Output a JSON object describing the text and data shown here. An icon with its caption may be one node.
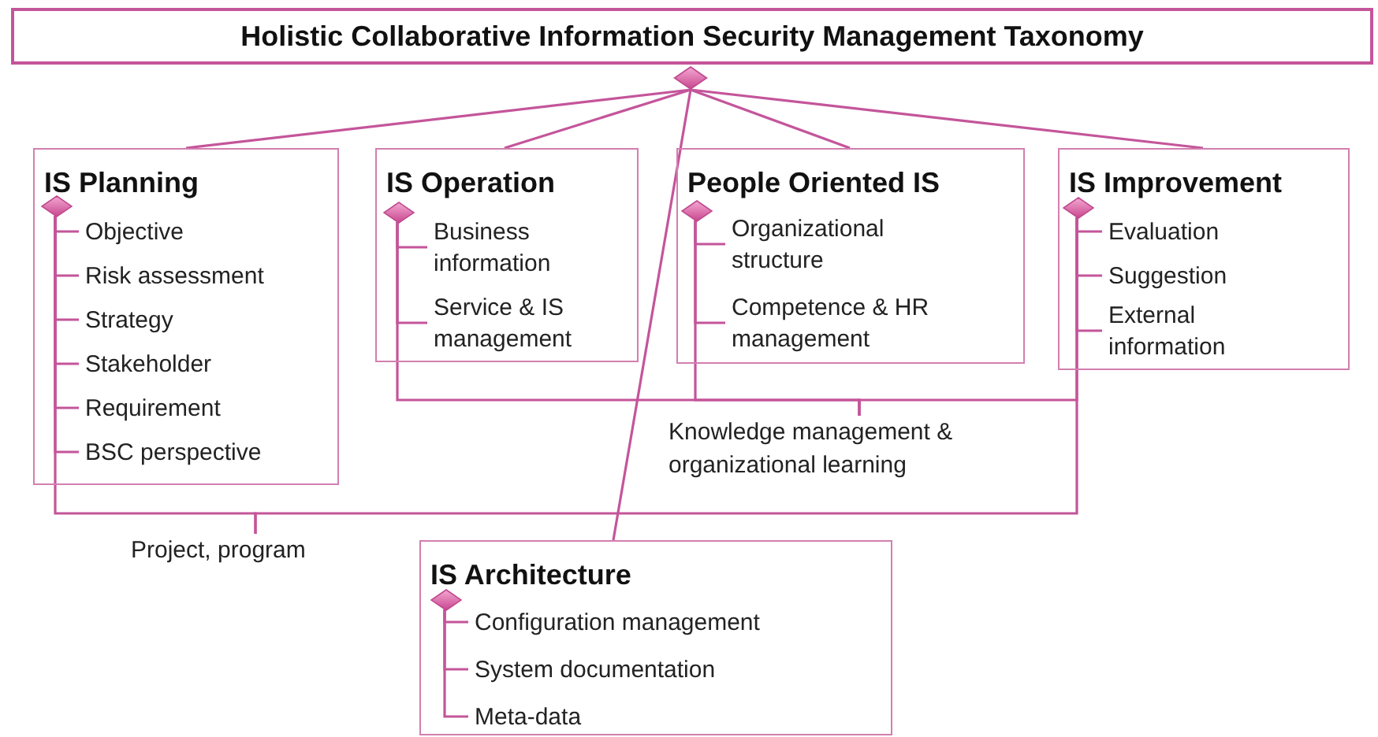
{
  "diagram": {
    "nodes": [
      {
        "text": [
          "Holistic Collaborative Information Security Management Taxonomy"
        ]
      },
      {
        "text": [],
        "shape": "diamond"
      },
      {
        "text": [
          "IS Planning"
        ]
      },
      {
        "text": [],
        "shape": "diamond",
        "in": 2
      },
      {
        "text": [
          "Objective"
        ],
        "in": 2
      },
      {
        "text": [
          "Risk assessment"
        ],
        "in": 2
      },
      {
        "text": [
          "Strategy"
        ],
        "in": 2
      },
      {
        "text": [
          "Stakeholder"
        ],
        "in": 2
      },
      {
        "text": [
          "Requirement"
        ],
        "in": 2
      },
      {
        "text": [
          "BSC perspective"
        ],
        "in": 2
      },
      {
        "text": [
          "IS Operation"
        ]
      },
      {
        "text": [],
        "shape": "diamond",
        "in": 10
      },
      {
        "text": [
          "Business information"
        ],
        "in": 10
      },
      {
        "text": [
          "Service & IS management"
        ],
        "in": 10
      },
      {
        "text": [
          "People Oriented IS"
        ]
      },
      {
        "text": [],
        "shape": "diamond",
        "in": 14
      },
      {
        "text": [
          "Organizational structure"
        ],
        "in": 14
      },
      {
        "text": [
          "Competence & HR management"
        ],
        "in": 14
      },
      {
        "text": [
          "IS Improvement"
        ]
      },
      {
        "text": [],
        "shape": "diamond",
        "in": 18
      },
      {
        "text": [
          "Evaluation"
        ],
        "in": 18
      },
      {
        "text": [
          "Suggestion"
        ],
        "in": 18
      },
      {
        "text": [
          "External information"
        ],
        "in": 18
      },
      {
        "text": [
          "Knowledge management & organizational learning"
        ]
      },
      {
        "text": [
          "Project, program"
        ]
      },
      {
        "text": [
          "IS Architecture"
        ]
      },
      {
        "text": [],
        "shape": "diamond",
        "in": 25
      },
      {
        "text": [
          "Configuration management"
        ],
        "in": 25
      },
      {
        "text": [
          "System documentation"
        ],
        "in": 25
      },
      {
        "text": [
          "Meta-data"
        ],
        "in": 25
      }
    ],
    "edges": [
      {
        "from": 1,
        "to": 2,
        "arrow": "none"
      },
      {
        "from": 1,
        "to": 10,
        "arrow": "none"
      },
      {
        "from": 1,
        "to": 25,
        "arrow": "none"
      },
      {
        "from": 1,
        "to": 14,
        "arrow": "none"
      },
      {
        "from": 1,
        "to": 18,
        "arrow": "none"
      },
      {
        "from": 3,
        "to": 4,
        "arrow": "none"
      },
      {
        "from": 3,
        "to": 5,
        "arrow": "none"
      },
      {
        "from": 3,
        "to": 6,
        "arrow": "none"
      },
      {
        "from": 3,
        "to": 7,
        "arrow": "none"
      },
      {
        "from": 3,
        "to": 8,
        "arrow": "none"
      },
      {
        "from": 3,
        "to": 9,
        "arrow": "none"
      },
      {
        "from": 11,
        "to": 12,
        "arrow": "none"
      },
      {
        "from": 11,
        "to": 13,
        "arrow": "none"
      },
      {
        "from": 15,
        "to": 16,
        "arrow": "none"
      },
      {
        "from": 15,
        "to": 17,
        "arrow": "none"
      },
      {
        "from": 19,
        "to": 20,
        "arrow": "none"
      },
      {
        "from": 19,
        "to": 21,
        "arrow": "none"
      },
      {
        "from": 19,
        "to": 22,
        "arrow": "none"
      },
      {
        "from": 11,
        "to": 23,
        "arrow": "none"
      },
      {
        "from": 15,
        "to": 23,
        "arrow": "none"
      },
      {
        "from": 19,
        "to": 23,
        "arrow": "none"
      },
      {
        "from": 3,
        "to": 24,
        "arrow": "none"
      },
      {
        "from": 19,
        "to": 24,
        "arrow": "none"
      },
      {
        "from": 26,
        "to": 27,
        "arrow": "none"
      },
      {
        "from": 26,
        "to": 28,
        "arrow": "none"
      },
      {
        "from": 26,
        "to": 29,
        "arrow": "none"
      }
    ]
  }
}
